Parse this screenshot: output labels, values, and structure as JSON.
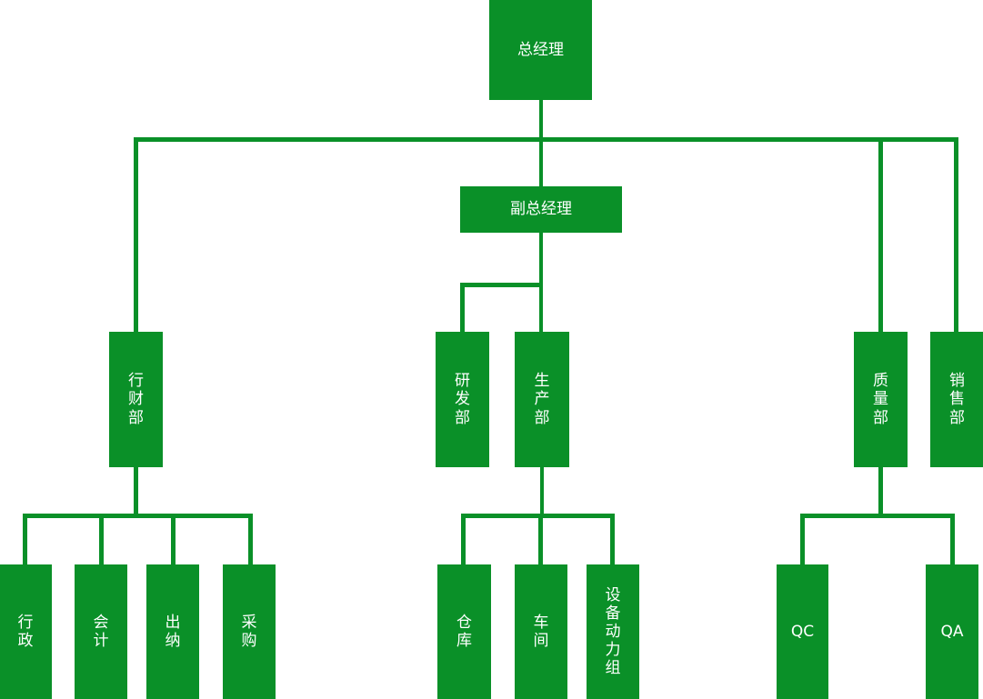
{
  "chart": {
    "title": "",
    "type": "org-chart",
    "accent_color": "#0a9028",
    "text_color": "#ffffff",
    "background_color": "#ffffff",
    "nodes": {
      "gm": {
        "label": "总经理",
        "orientation": "horizontal"
      },
      "deputy_gm": {
        "label": "副总经理",
        "orientation": "horizontal"
      },
      "admin_finance_dept": {
        "label": "行财部",
        "orientation": "vertical"
      },
      "rd_dept": {
        "label": "研发部",
        "orientation": "vertical"
      },
      "production_dept": {
        "label": "生产部",
        "orientation": "vertical"
      },
      "quality_dept": {
        "label": "质量部",
        "orientation": "vertical"
      },
      "sales_dept": {
        "label": "销售部",
        "orientation": "vertical"
      },
      "administration": {
        "label": "行政",
        "orientation": "vertical"
      },
      "accounting": {
        "label": "会计",
        "orientation": "vertical"
      },
      "cashier": {
        "label": "出纳",
        "orientation": "vertical"
      },
      "purchasing": {
        "label": "采购",
        "orientation": "vertical"
      },
      "warehouse": {
        "label": "仓库",
        "orientation": "vertical"
      },
      "workshop": {
        "label": "车间",
        "orientation": "vertical"
      },
      "equipment_power_group": {
        "label": "设备动力组",
        "orientation": "vertical"
      },
      "qc": {
        "label": "QC",
        "orientation": "horizontal"
      },
      "qa": {
        "label": "QA",
        "orientation": "horizontal"
      }
    },
    "hierarchy": [
      {
        "parent": "gm",
        "children": [
          "admin_finance_dept",
          "deputy_gm",
          "quality_dept",
          "sales_dept"
        ]
      },
      {
        "parent": "deputy_gm",
        "children": [
          "rd_dept",
          "production_dept"
        ]
      },
      {
        "parent": "admin_finance_dept",
        "children": [
          "administration",
          "accounting",
          "cashier",
          "purchasing"
        ]
      },
      {
        "parent": "production_dept",
        "children": [
          "warehouse",
          "workshop",
          "equipment_power_group"
        ]
      },
      {
        "parent": "quality_dept",
        "children": [
          "qc",
          "qa"
        ]
      }
    ]
  }
}
